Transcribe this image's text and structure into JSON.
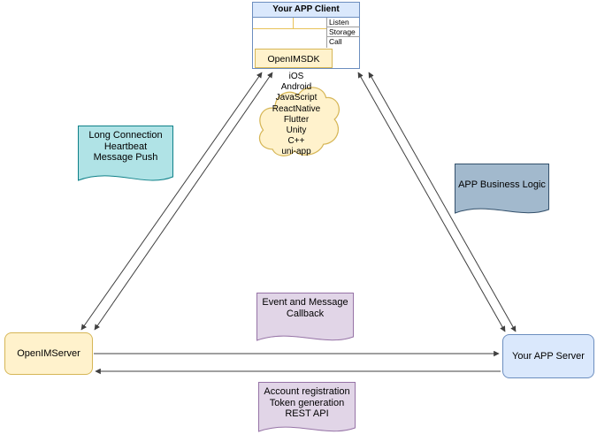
{
  "client": {
    "title": "Your APP Client",
    "rows": [
      "Listen",
      "Storage",
      "Call"
    ],
    "sdk_label": "OpenIMSDK"
  },
  "cloud": {
    "platforms": [
      "iOS",
      "Android",
      "JavaScript",
      "ReactNative",
      "Flutter",
      "Unity",
      "C++",
      "uni-app"
    ]
  },
  "notes": {
    "long_connection": {
      "lines": [
        "Long Connection",
        "Heartbeat",
        "Message Push"
      ]
    },
    "business_logic": {
      "lines": [
        "APP Business Logic"
      ]
    },
    "callback": {
      "lines": [
        "Event and Message",
        "Callback"
      ]
    },
    "rest_api": {
      "lines": [
        "Account registration",
        "Token generation",
        "REST API"
      ]
    }
  },
  "servers": {
    "openim_label": "OpenIMServer",
    "app_label": "Your APP Server"
  },
  "colors": {
    "blue_fill": "#dae8fc",
    "blue_stroke": "#6c8ebf",
    "yellow_fill": "#fff2cc",
    "yellow_stroke": "#d6b656",
    "teal_fill": "#b0e3e6",
    "teal_stroke": "#0e8088",
    "gray_blue_fill": "#a2b9cd",
    "gray_blue_stroke": "#33506b",
    "purple_fill": "#e1d5e7",
    "purple_stroke": "#9673a6",
    "line_color": "#404040"
  }
}
